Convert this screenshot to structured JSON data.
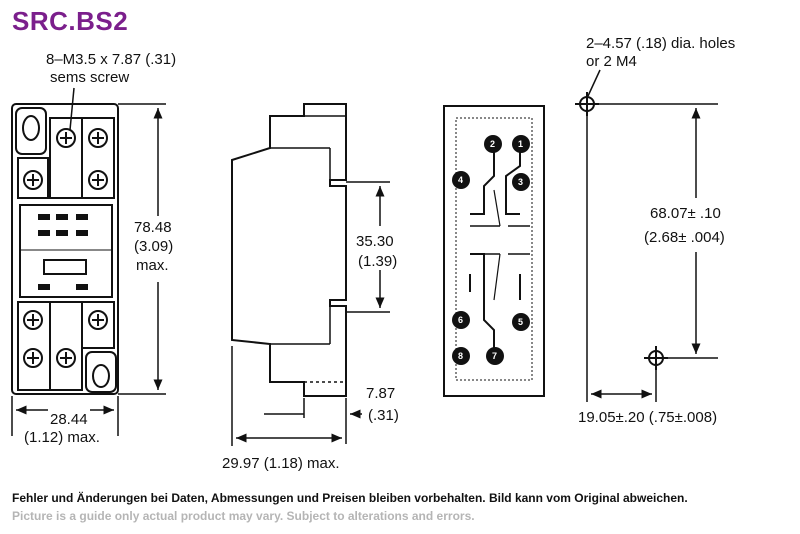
{
  "title": "SRC.BS2",
  "front_view": {
    "screw_label_1": "8–M3.5 x 7.87 (.31)",
    "screw_label_2": "sems screw",
    "height_mm": "78.48",
    "height_in": "(3.09)",
    "height_max": "max.",
    "width_mm": "28.44",
    "width_in": "(1.12) max."
  },
  "side_view": {
    "rail_mm": "35.30",
    "rail_in": "(1.39)",
    "offset_mm": "7.87",
    "offset_in": "(.31)",
    "depth": "29.97 (1.18) max."
  },
  "terminal_view": {
    "pins": [
      "1",
      "2",
      "3",
      "4",
      "5",
      "6",
      "7",
      "8"
    ]
  },
  "mounting": {
    "holes_1": "2–4.57 (.18) dia. holes",
    "holes_2": "or 2 M4",
    "vertical_1": "68.07± .10",
    "vertical_2": "(2.68± .004)",
    "horizontal": "19.05±.20 (.75±.008)"
  },
  "footnote_de": "Fehler und Änderungen bei Daten, Abmessungen und Preisen bleiben vorbehalten. Bild kann vom Original abweichen.",
  "footnote_en": "Picture is a guide only actual product may vary. Subject to alterations and errors."
}
